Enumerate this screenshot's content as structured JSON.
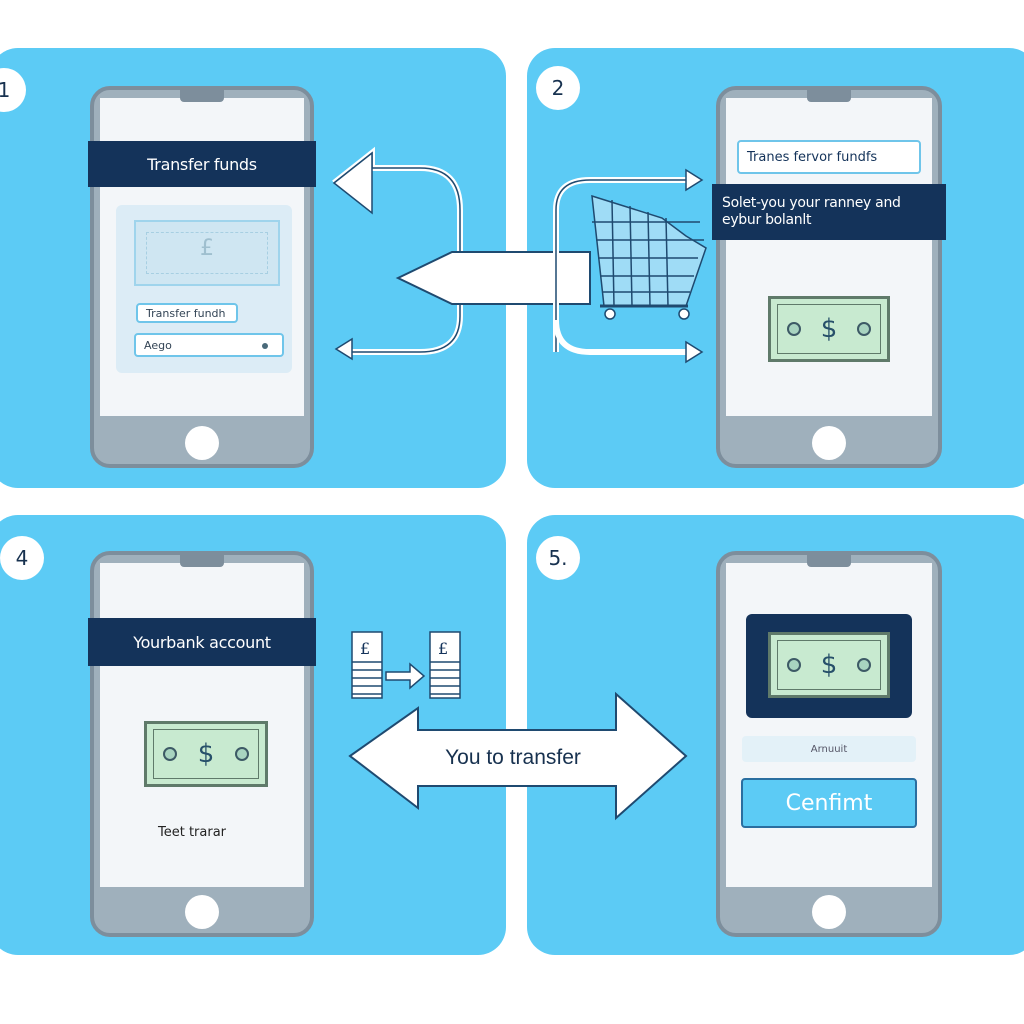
{
  "colors": {
    "panel": "#5ccbf5",
    "banner": "#14335a",
    "screen": "#f3f6f9",
    "phone_frame": "#7d8e9c",
    "bill": "#c8ead0",
    "confirm_button": "#5ccbf5"
  },
  "steps": {
    "step1": {
      "number": "1",
      "banner": "Transfer funds",
      "fund_field": "Transfer fundh",
      "amount_field": "Aego",
      "preview_symbol": "£"
    },
    "step2": {
      "number": "2",
      "title_field": "Tranes fervor fundfs",
      "banner": "Solet-you your ranney and eybur bolanlt",
      "bill_symbol": "$"
    },
    "step4": {
      "number": "4",
      "banner": "Yourbank account",
      "bill_symbol": "$",
      "footer_text": "Teet trarar",
      "ledger_symbol": "£"
    },
    "step5": {
      "number": "5.",
      "bill_symbol": "$",
      "amount_field": "Arnuuit",
      "confirm_button": "Cenfimt"
    }
  },
  "middle_arrow": {
    "label": "You to transfer"
  }
}
